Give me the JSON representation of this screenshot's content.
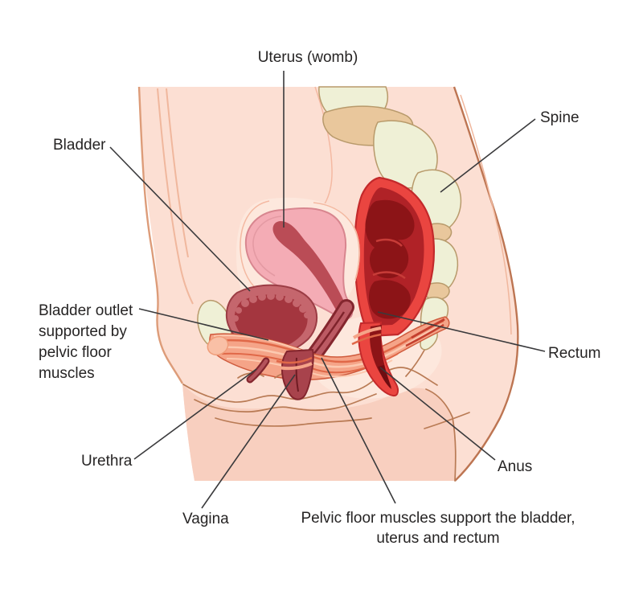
{
  "figure": {
    "subject": "Side view of the female pelvis showing pelvic floor muscles and organs"
  },
  "labels": {
    "uterus": {
      "text": "Uterus (womb)"
    },
    "bladder": {
      "text": "Bladder"
    },
    "spine": {
      "text": "Spine"
    },
    "bladder_outlet": {
      "lines": [
        "Bladder outlet",
        "supported by",
        "pelvic floor",
        "muscles"
      ]
    },
    "rectum": {
      "text": "Rectum"
    },
    "urethra": {
      "text": "Urethra"
    },
    "anus": {
      "text": "Anus"
    },
    "vagina": {
      "text": "Vagina"
    },
    "pelvic_floor": {
      "lines": [
        "Pelvic floor muscles support the bladder,",
        "uterus and rectum"
      ]
    }
  },
  "colors": {
    "background": "#ffffff",
    "skin": "#fcdfd3",
    "skin_shadow": "#f8cfbf",
    "skin_light": "#fde8dd",
    "outline_brown": "#bd7552",
    "bone_cream": "#eff0d6",
    "bone_tan": "#e9c79c",
    "bone_outline": "#b89a6b",
    "rectum_red": "#ea4540",
    "rectum_dark": "#b02227",
    "rectum_fold": "#8c1417",
    "uterus_pink": "#f4acb5",
    "uterus_canal": "#ba4c56",
    "bladder_wall": "#c5666d",
    "bladder_inner": "#a4363f",
    "tube_maroon": "#a8434c",
    "tube_outline": "#84262e",
    "muscle_salmon": "#f5a488",
    "muscle_streak": "#e06848",
    "muscle_light": "#fcc9b0",
    "muscle_outline": "#cf5b3d",
    "label_ink": "#262424",
    "leader_line": "#3a3a3c"
  }
}
